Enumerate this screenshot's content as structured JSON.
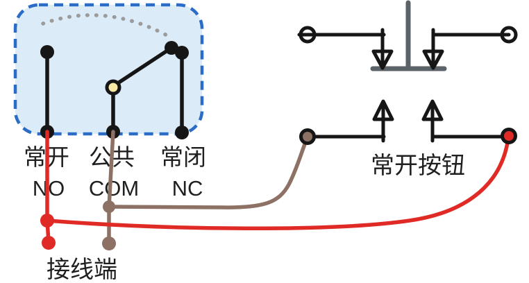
{
  "relay": {
    "terminals": [
      {
        "cn": "常开",
        "en": "NO"
      },
      {
        "cn": "公共",
        "en": "COM"
      },
      {
        "cn": "常闭",
        "en": "NC"
      }
    ]
  },
  "button": {
    "label": "常开按钮"
  },
  "wiring": {
    "terminal_label": "接线端"
  },
  "colors": {
    "ink": "#161616",
    "red_wire": "#e02a25",
    "brown_wire": "#8d7164",
    "box_fill": "#dcebf8",
    "box_border": "#2a6cc6",
    "pivot_fill": "#fbe9a6",
    "plunger_gray": "#5b6268",
    "arc_gray": "#9b9b9b",
    "arrow_fill": "#ffffff",
    "text": "#1f1f1f"
  }
}
